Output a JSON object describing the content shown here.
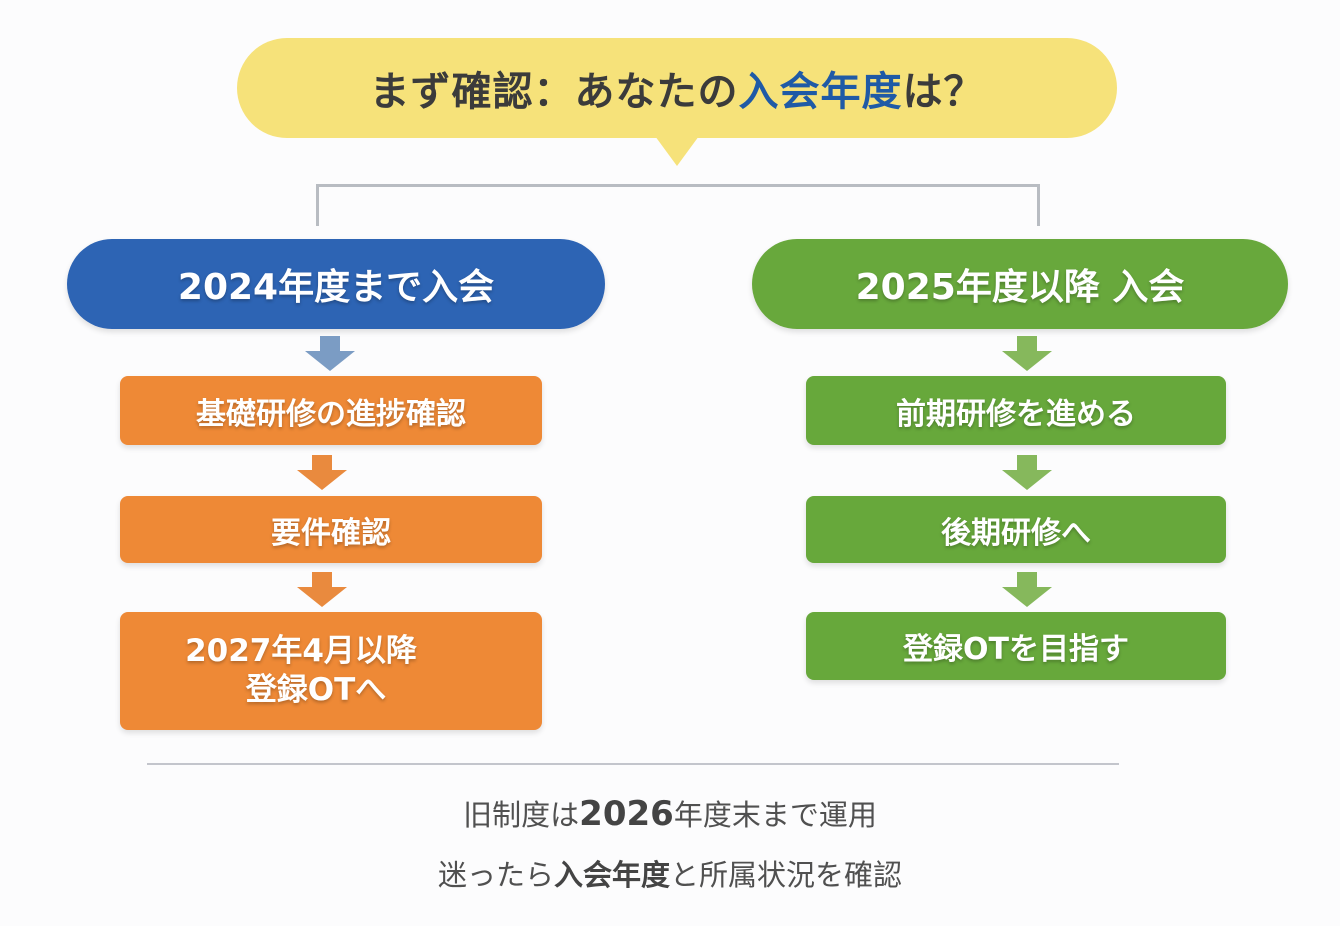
{
  "header": {
    "question_prefix": "まず確認：あなたの",
    "question_highlight": "入会年度",
    "question_suffix": "は？"
  },
  "branches": [
    {
      "label": "2024年度まで入会",
      "color": "#2d64b4",
      "steps": [
        {
          "text": "基礎研修の進捗確認"
        },
        {
          "text": "要件確認"
        },
        {
          "line1": "2027年4月以降",
          "line2": "登録OTへ"
        }
      ],
      "step_color": "#ee8936",
      "arrow_color": "#7b9cc4"
    },
    {
      "label": "2025年度以降 入会",
      "color": "#68a83c",
      "steps": [
        {
          "text": "前期研修を進める"
        },
        {
          "text": "後期研修へ"
        },
        {
          "text": "登録OTを目指す"
        }
      ],
      "step_color": "#67a83b",
      "arrow_color": "#86b85c"
    }
  ],
  "footer": {
    "line1_prefix": "旧制度は",
    "line1_bold": "2026",
    "line1_suffix": "年度末まで運用",
    "line2_prefix": "迷ったら",
    "line2_bold": "入会年度",
    "line2_suffix": "と所属状況を確認"
  }
}
